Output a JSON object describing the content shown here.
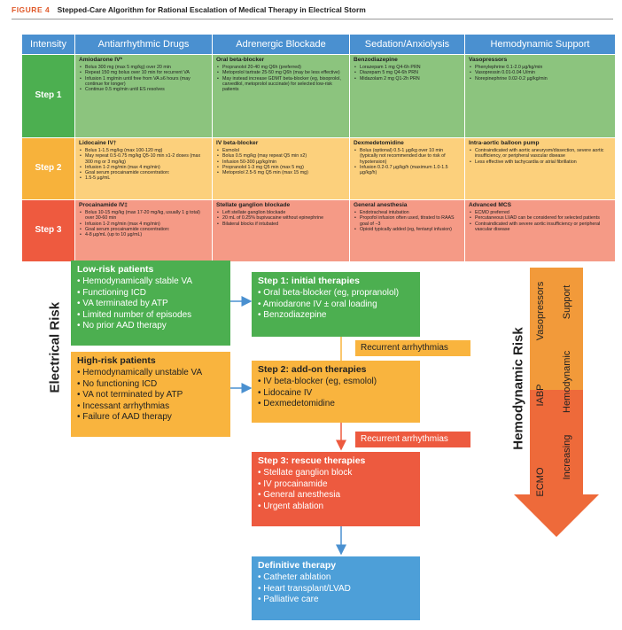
{
  "figure": {
    "label": "FIGURE 4",
    "title": "Stepped-Care Algorithm for Rational Escalation of Medical Therapy in Electrical Storm"
  },
  "table": {
    "headers": [
      "Intensity",
      "Antiarrhythmic Drugs",
      "Adrenergic Blockade",
      "Sedation/Anxiolysis",
      "Hemodynamic Support"
    ],
    "rows": [
      {
        "step": "Step 1",
        "cells": [
          {
            "title": "Amiodarone IV*",
            "items": [
              "Bolus 300 mg (max 5 mg/kg) over 20 min",
              "Repeat 150 mg bolus over 10 min for recurrent VA",
              "Infusion 1 mg/min until free from VA ≥6 hours (may continue for longer)",
              "Continue 0.5 mg/min until ES resolves"
            ]
          },
          {
            "title": "Oral beta-blocker",
            "items": [
              "Propranolol 20-40 mg Q6h (preferred)",
              "Metoprolol tartrate 25-50 mg Q6h (may be less effective)",
              "May instead increase GDMT beta-blocker (eg, bisoprolol, carvedilol, metoprolol succinate) for selected low-risk patients"
            ]
          },
          {
            "title": "Benzodiazepine",
            "items": [
              "Lorazepam 1 mg Q4-6h PRN",
              "Diazepam 5 mg Q4-6h PRN",
              "Midazolam 2 mg Q1-2h PRN"
            ]
          },
          {
            "title": "Vasopressors",
            "items": [
              "Phenylephrine 0.1-2.0 µg/kg/min",
              "Vasopressin 0.01-0.04 U/min",
              "Norepinephrine 0.02-0.2 µg/kg/min"
            ]
          }
        ]
      },
      {
        "step": "Step 2",
        "cells": [
          {
            "title": "Lidocaine IV†",
            "items": [
              "Bolus 1-1.5 mg/kg (max 100-120 mg)",
              "May repeat 0.5-0.75 mg/kg Q5-10 min x1-2 doses (max 300 mg or 3 mg/kg)",
              "Infusion 1-2 mg/min (max 4 mg/min)",
              "Goal serum procainamide concentration:",
              "1.5-5 µg/mL"
            ]
          },
          {
            "title": "IV beta-blocker",
            "items": [
              "Esmolol",
              "Bolus 0.5 mg/kg (may repeat Q5 min x2)",
              "Infusion 50-300 µg/kg/min",
              "Propranolol 1-3 mg Q5 min (max 5 mg)",
              "Metoprolol 2.5-5 mg Q5 min (max 15 mg)"
            ]
          },
          {
            "title": "Dexmedetomidine",
            "items": [
              "Bolus (optional) 0.5-1 µg/kg over 10 min (typically not recommended due to risk of hypotension)",
              "Infusion 0.2-0.7 µg/kg/h (maximum 1.0-1.5 µg/kg/h)"
            ]
          },
          {
            "title": "Intra-aortic balloon pump",
            "items": [
              "Contraindicated with aortic aneurysm/dissection, severe aortic insufficiency, or peripheral vascular disease",
              "Less effective with tachycardia or atrial fibrillation"
            ]
          }
        ]
      },
      {
        "step": "Step 3",
        "cells": [
          {
            "title": "Procainamide IV‡",
            "items": [
              "Bolus 10-15 mg/kg (max 17-20 mg/kg, usually 1 g total) over 30-60 min",
              "Infusion 1-2 mg/min (max 4 mg/min)",
              "Goal serum procainamide concentration:",
              "4-8 µg/mL (up to 10 µg/mL)"
            ]
          },
          {
            "title": "Stellate ganglion blockade",
            "items": [
              "Left stellate ganglion blockade",
              "20 mL of 0.25% bupivacaine without epinephrine",
              "Bilateral blocks if intubated"
            ]
          },
          {
            "title": "General anesthesia",
            "items": [
              "Endotracheal intubation",
              "Propofol infusion often used, titrated to RAAS goal of −3",
              "Opioid typically added (eg, fentanyl infusion)"
            ]
          },
          {
            "title": "Advanced MCS",
            "items": [
              "ECMO preferred",
              "Percutaneous LVAD can be considered for selected patients",
              "Contraindicated with severe aortic insufficiency or peripheral vascular disease"
            ]
          }
        ]
      }
    ]
  },
  "flow": {
    "electrical_risk_label": "Electrical Risk",
    "low_risk": {
      "title": "Low-risk patients",
      "items": [
        "Hemodynamically stable VA",
        "Functioning ICD",
        "VA terminated by ATP",
        "Limited number of episodes",
        "No prior AAD therapy"
      ]
    },
    "high_risk": {
      "title": "High-risk patients",
      "items": [
        "Hemodynamically unstable VA",
        "No functioning ICD",
        "VA not terminated by ATP",
        "Incessant arrhythmias",
        "Failure of AAD therapy"
      ]
    },
    "step1": {
      "title": "Step 1: initial therapies",
      "items": [
        "Oral beta-blocker (eg, propranolol)",
        "Amiodarone IV ± oral loading",
        "Benzodiazepine"
      ]
    },
    "recurrent1": "Recurrent arrhythmias",
    "step2": {
      "title": "Step 2: add-on therapies",
      "items": [
        "IV beta-blocker (eg, esmolol)",
        "Lidocaine IV",
        "Dexmedetomidine"
      ]
    },
    "recurrent2": "Recurrent arrhythmias",
    "step3": {
      "title": "Step 3: rescue therapies",
      "items": [
        "Stellate ganglion block",
        "IV procainamide",
        "General anesthesia",
        "Urgent ablation"
      ]
    },
    "definitive": {
      "title": "Definitive therapy",
      "items": [
        "Catheter ablation",
        "Heart transplant/LVAD",
        "Palliative care"
      ]
    },
    "hemo_risk_label": "Hemodynamic Risk",
    "hemo_arrow": {
      "vasopressors": "Vasopressors",
      "iabp": "IABP",
      "ecmo": "ECMO",
      "increasing": "Increasing",
      "hemodynamic": "Hemodynamic",
      "support": "Support"
    }
  },
  "colors": {
    "green": "#4caf50",
    "orange": "#f9b43e",
    "red": "#ed5a3f",
    "blue": "#4d9fd8",
    "header": "#4a90d0"
  }
}
